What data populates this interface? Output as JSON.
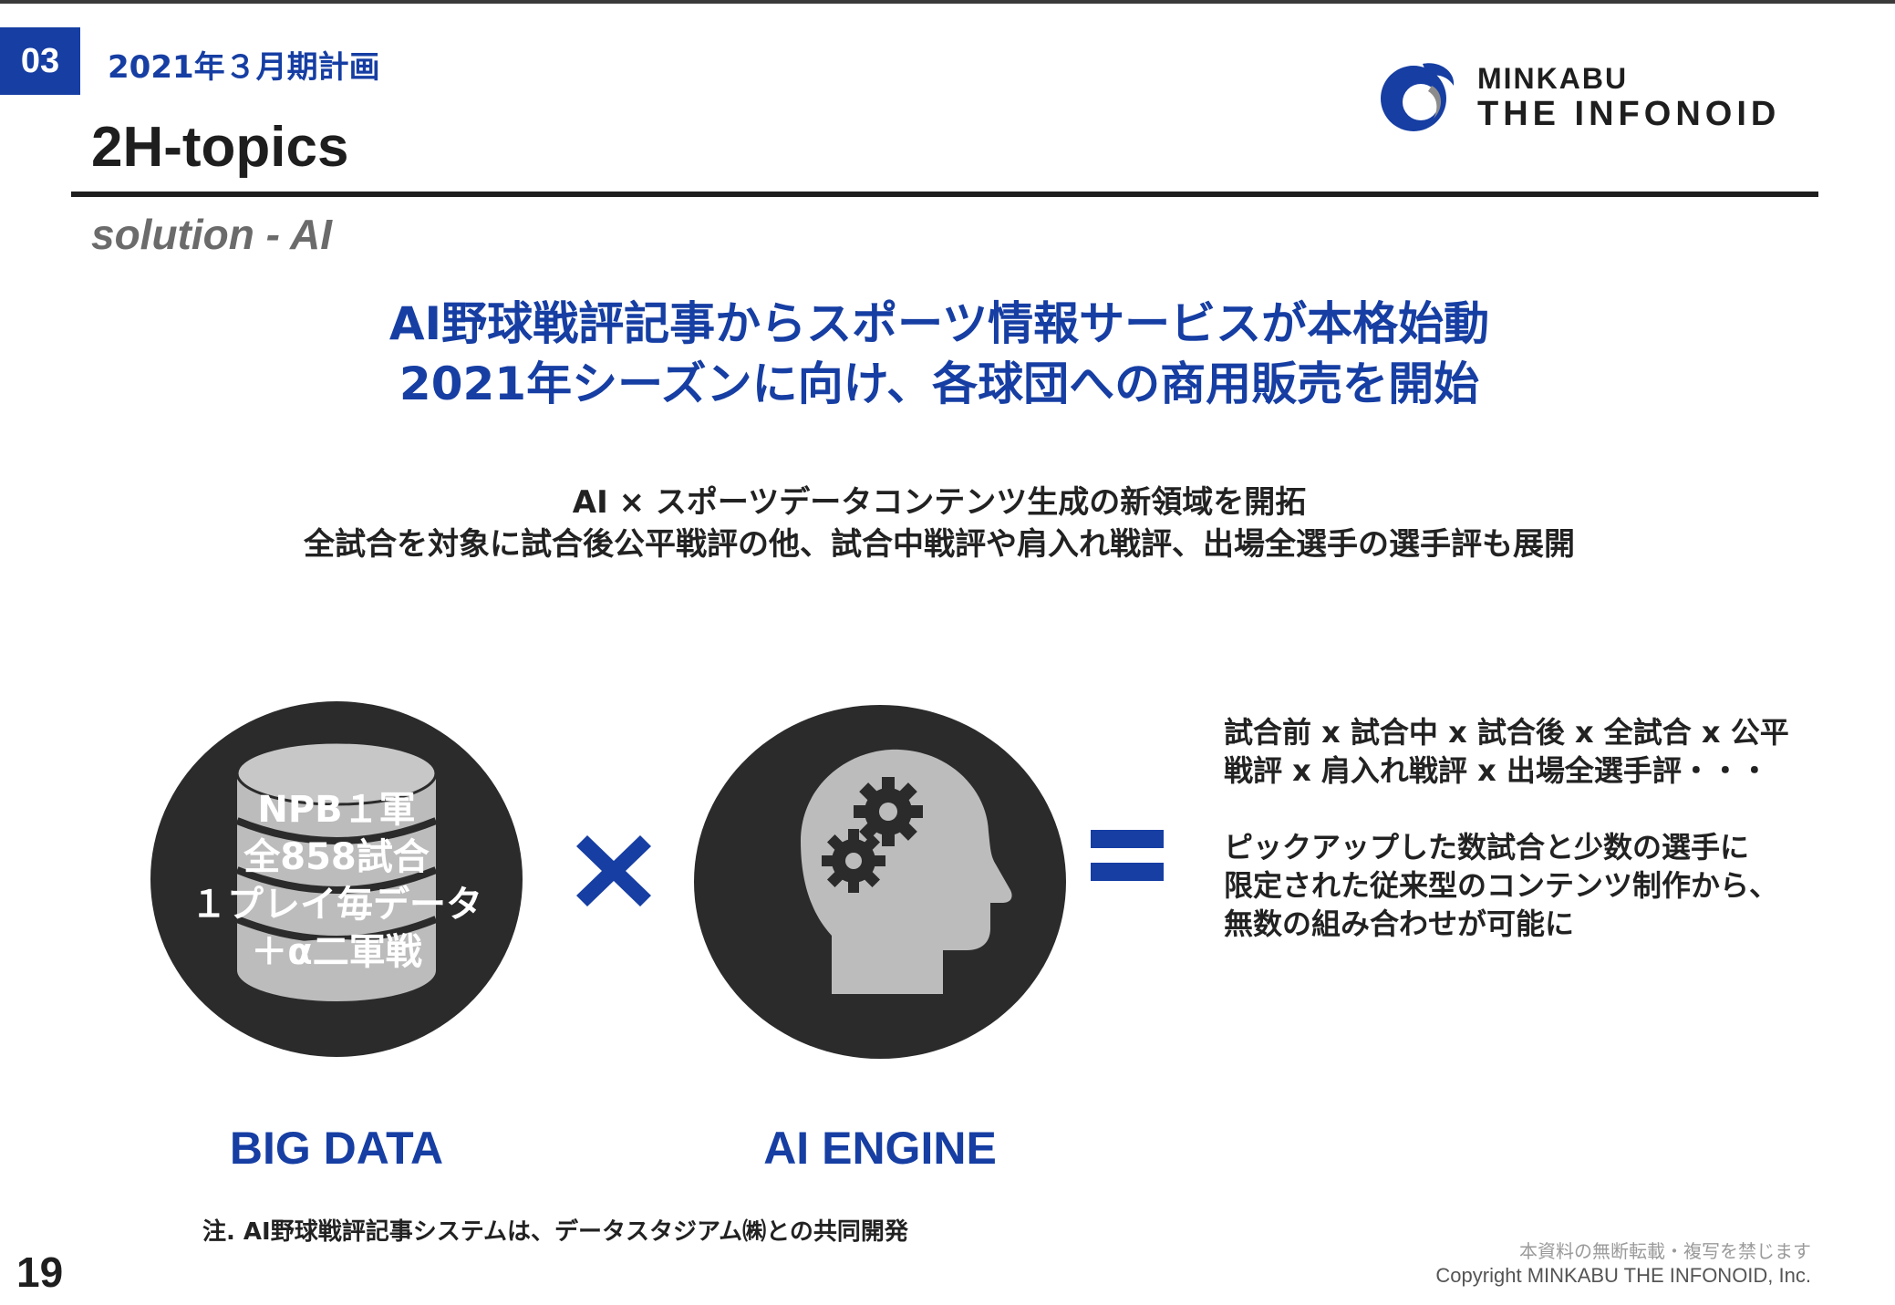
{
  "header": {
    "section_number": "03",
    "section_title": "2021年３月期計画",
    "page_heading": "2H-topics",
    "subheading": "solution - AI"
  },
  "logo": {
    "line1": "MINKABU",
    "line2": "THE INFONOID"
  },
  "headline": {
    "line1": "AI野球戦評記事からスポーツ情報サービスが本格始動",
    "line2": "2021年シーズンに向け、各球団への商用販売を開始"
  },
  "subline": {
    "line1": "AI × スポーツデータコンテンツ生成の新領域を開拓",
    "line2": "全試合を対象に試合後公平戦評の他、試合中戦評や肩入れ戦評、出場全選手の選手評も展開"
  },
  "big_data": {
    "lines": [
      "NPB１軍",
      "全858試合",
      "１プレイ毎データ",
      "＋α二軍戦"
    ],
    "label": "BIG DATA"
  },
  "ai_engine": {
    "label": "AI ENGINE"
  },
  "description": {
    "para1_line1": "試合前 x 試合中 x 試合後 x 全試合 x 公平",
    "para1_line2": "戦評 x 肩入れ戦評 x 出場全選手評・・・",
    "para2_line1": "ピックアップした数試合と少数の選手に",
    "para2_line2": "限定された従来型のコンテンツ制作から、",
    "para2_line3": "無数の組み合わせが可能に"
  },
  "footer": {
    "note": "注.  AI野球戦評記事システムは、データスタジアム㈱との共同開発",
    "page_number": "19",
    "notice": "本資料の無断転載・複写を禁じます",
    "copyright": "Copyright MINKABU THE INFONOID, Inc."
  },
  "colors": {
    "accent_blue": "#163ea3",
    "circle_dark": "#2b2b2b",
    "gray_shape": "#bcbcbc"
  }
}
